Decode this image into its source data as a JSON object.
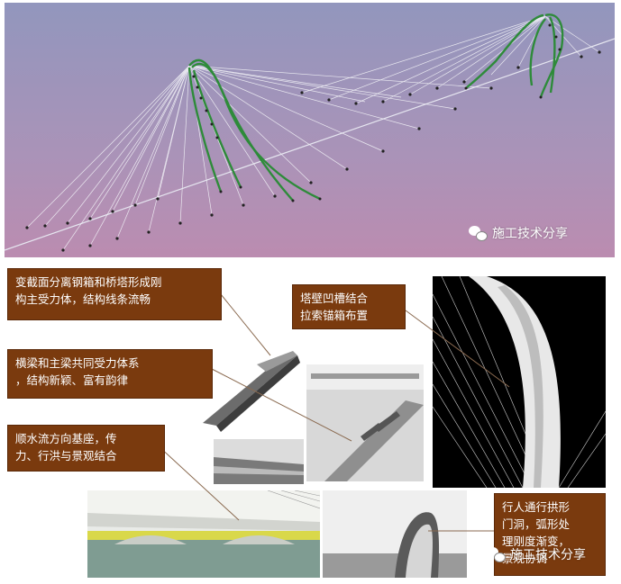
{
  "top_panel": {
    "watermark": "施工技术分享"
  },
  "callouts": [
    {
      "id": "steel-box",
      "lines": [
        "变截面分离钢箱和桥塔形成刚",
        "构主受力体，结构线条流畅"
      ]
    },
    {
      "id": "tower-wall",
      "lines": [
        "塔壁凹槽结合",
        "拉索锚箱布置"
      ]
    },
    {
      "id": "beams",
      "lines": [
        "横梁和主梁共同受力体系",
        "，结构新颖、富有韵律"
      ]
    },
    {
      "id": "foundation",
      "lines": [
        "顺水流方向基座，传",
        "力、行洪与景观结合"
      ]
    },
    {
      "id": "pedestrian",
      "lines": [
        "行人通行拱形",
        "门洞，弧形处",
        "理刚度渐变，",
        "景观协调"
      ]
    }
  ],
  "bottom_panel": {
    "watermark": "施工技术分享"
  },
  "colors": {
    "callout_bg": "#7a3a0e",
    "arch_green": "#2e8b3a",
    "sky_top": "#9296bd",
    "sky_bottom": "#bb8cb0"
  }
}
